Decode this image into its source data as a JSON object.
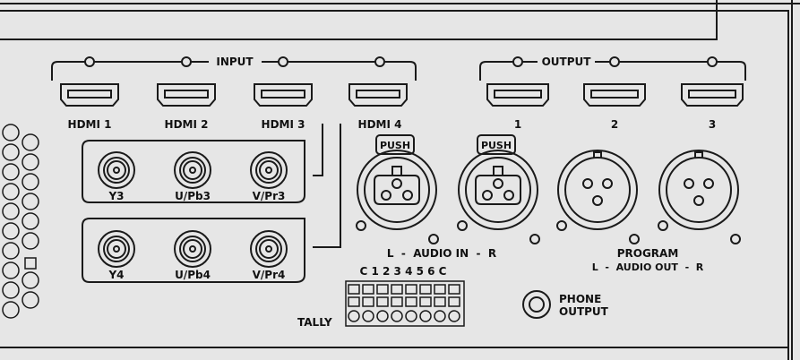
{
  "input": {
    "title": "INPUT",
    "hdmi": [
      "HDMI 1",
      "HDMI 2",
      "HDMI 3",
      "HDMI 4"
    ],
    "bnc_row1": [
      "Y3",
      "U/Pb3",
      "V/Pr3"
    ],
    "bnc_row2": [
      "Y4",
      "U/Pb4",
      "V/Pr4"
    ]
  },
  "output": {
    "title": "OUTPUT",
    "hdmi": [
      "1",
      "2",
      "3"
    ]
  },
  "audio_in": {
    "push_label": "PUSH",
    "label": "L  -  AUDIO IN  -  R"
  },
  "audio_out": {
    "program_label": "PROGRAM",
    "label": "L  -  AUDIO OUT  -  R"
  },
  "tally": {
    "title": "TALLY",
    "pins": "C 1 2 3 4 5 6 C"
  },
  "phone": {
    "line1": "PHONE",
    "line2": "OUTPUT"
  },
  "colors": {
    "panel": "#e6e6e6",
    "line": "#1a1a1a"
  }
}
